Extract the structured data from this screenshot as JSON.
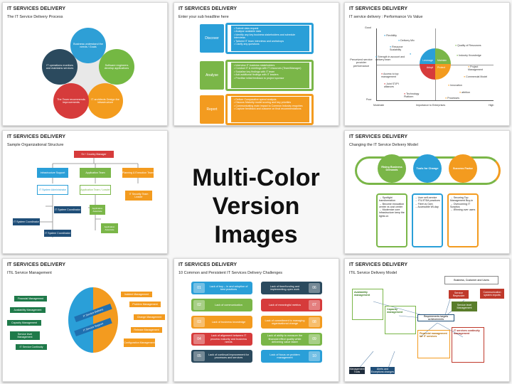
{
  "center": {
    "line1": "Multi-Color",
    "line2": "Version Images"
  },
  "slides": {
    "s1": {
      "title": "IT SERVICES DELIVERY",
      "subtitle": "The IT Service Delivery Process",
      "circles": [
        {
          "text": "Business understand the needs / Goals",
          "color": "#2e9fd6"
        },
        {
          "text": "Software engineers develop applications",
          "color": "#74b843"
        },
        {
          "text": "IT architects Design the infrastructure",
          "color": "#f39c1e"
        },
        {
          "text": "The Team recommends improvements",
          "color": "#d63b3b"
        },
        {
          "text": "IT operations monitors and maintains services",
          "color": "#2b4a5e"
        }
      ]
    },
    "s2": {
      "title": "IT SERVICES DELIVERY",
      "subtitle": "Enter your sub headline here",
      "rows": [
        {
          "label": "Discover",
          "color": "#2a9fd8",
          "items": [
            "Submit data request",
            "Analyse available data",
            "Identify any key business stakeholders and schedule interviews",
            "Tailored IT team interviews and workshops",
            "Clarify any questions"
          ]
        },
        {
          "label": "Analyse",
          "color": "#7ab648",
          "items": [
            "Interview IT business stakeholders",
            "Conduct IT & meetings with IT resources (Team/Manager)",
            "Socialise key findings with IT team",
            "Add additional findings with IT leaders",
            "Prioritise initial feedback to project sponsor"
          ]
        },
        {
          "label": "Report",
          "color": "#f39b1f",
          "items": [
            "Deliver Comparative spend analysis",
            "Discuss Maturity model scoring and key priorities",
            "Communicating main impact to Common Industry enquiries",
            "Capture feedback and outcome on final recommendations"
          ]
        }
      ]
    },
    "s3": {
      "title": "IT SERVICES DELIVERY",
      "subtitle": "IT service delivery : Performance Vs Value",
      "y_top": "Good",
      "y_bottom": "Poor",
      "y_label": "Perceived service provider performance",
      "x_left": "Moderate",
      "x_mid": "Importance to Enterprises",
      "x_right": "High",
      "quads": [
        "Leverage",
        "Maintain",
        "Adopt",
        "Protect"
      ],
      "points_left": [
        "Flexibility",
        "Delivery Mix",
        "Resource Scalability",
        "Leverage & Govern",
        "Strength in account and delivery team",
        "Access to top management",
        "Joint ST/PI alliances",
        "Technology Platform"
      ],
      "points_right": [
        "Quality of Resources",
        "Industry Knowledge",
        "Project Management",
        "Commercial Model",
        "Innovation",
        "attrition",
        "Processes"
      ]
    },
    "s4": {
      "title": "IT SERVICES DELIVERY",
      "subtitle": "Sample Organizational Structure",
      "top": "Sr.+ Country Manager",
      "level2": [
        "Infrastructure Support",
        "Application Team",
        "Planning & Execution Team"
      ],
      "level3": [
        "IT System Administrator",
        "Application Team / Leader",
        "IT Security Team Leader"
      ],
      "level4": [
        "IT System Coordinator",
        "Application Associate",
        "IT System Coordinator",
        "Application Associate",
        "IT System Coordinator"
      ]
    },
    "s5": {
      "title": "IT SERVICES DELIVERY",
      "subtitle": "Changing the IT Service Delivery Model",
      "circles": [
        {
          "text": "Rising Business Demands",
          "color": "#7ab648"
        },
        {
          "text": "Tools for Change",
          "color": "#2a9fd8"
        },
        {
          "text": "Success Factor",
          "color": "#f39b1f"
        }
      ],
      "cols": [
        [
          "Spotlight transformation",
          "Become innovation centre vs cost center",
          "Modernize core infrastructure keep the lights on"
        ],
        [
          "User self-service",
          "ITIL/ITSM practices",
          "Fleet vs Own",
          "Accessible Wi-day"
        ],
        [
          "Securing Top Management Buy-in",
          "Overcoming IT Sceptics",
          "Winning over users"
        ]
      ]
    },
    "s6": {
      "title": "IT SERVICES DELIVERY",
      "subtitle": "ITIL Service Management",
      "left": [
        "Financial Management",
        "Availability Management",
        "Capacity Management",
        "Service level Management",
        "IT Service Continuity"
      ],
      "right": [
        "Incident Management",
        "Problem Management",
        "Change Management",
        "Release Management",
        "Configuration Management"
      ],
      "hub_top": "IT Service Delivery",
      "hub_bottom": "IT Service Support"
    },
    "s7": {
      "title": "IT SERVICES DELIVERY",
      "subtitle": "10 Common and Persistent IT Services Delivery Challenges",
      "left": [
        {
          "n": "01",
          "text": "Lack of buy – in and adoption of best practices",
          "color": "#2a9fd8"
        },
        {
          "n": "02",
          "text": "Lack of communication",
          "color": "#7ab648"
        },
        {
          "n": "03",
          "text": "Lack of business knowledge",
          "color": "#f39b1f"
        },
        {
          "n": "04",
          "text": "Lack of alignment between IT process maturity and business needs",
          "color": "#d63b3b"
        },
        {
          "n": "05",
          "text": "Lack of continual improvement for processes and services",
          "color": "#2b4a5e"
        }
      ],
      "right": [
        {
          "n": "06",
          "text": "Lack of time/funding and implementing open work",
          "color": "#2b4a5e"
        },
        {
          "n": "07",
          "text": "Lack of meaningful metrics",
          "color": "#d63b3b"
        },
        {
          "n": "08",
          "text": "Lack of commitment to managing organisational change",
          "color": "#f39b1f"
        },
        {
          "n": "09",
          "text": "Lack of ability to measure the financial effect quality while delivering value faster",
          "color": "#7ab648"
        },
        {
          "n": "10",
          "text": "Lack of focus on problem management",
          "color": "#2a9fd8"
        }
      ]
    },
    "s8": {
      "title": "IT SERVICES DELIVERY",
      "subtitle": "ITIL Service Delivery Model",
      "top": "Business, Customer and Users",
      "boxes": [
        "Availability management",
        "Capacity management",
        "Service Reqeuster",
        "Service level Management",
        "Communication system reports",
        "Requirements targets achievements",
        "Financial management for IT services",
        "IT services continuity management",
        "Management Tools",
        "Alerts and Exceptions changes"
      ]
    }
  }
}
